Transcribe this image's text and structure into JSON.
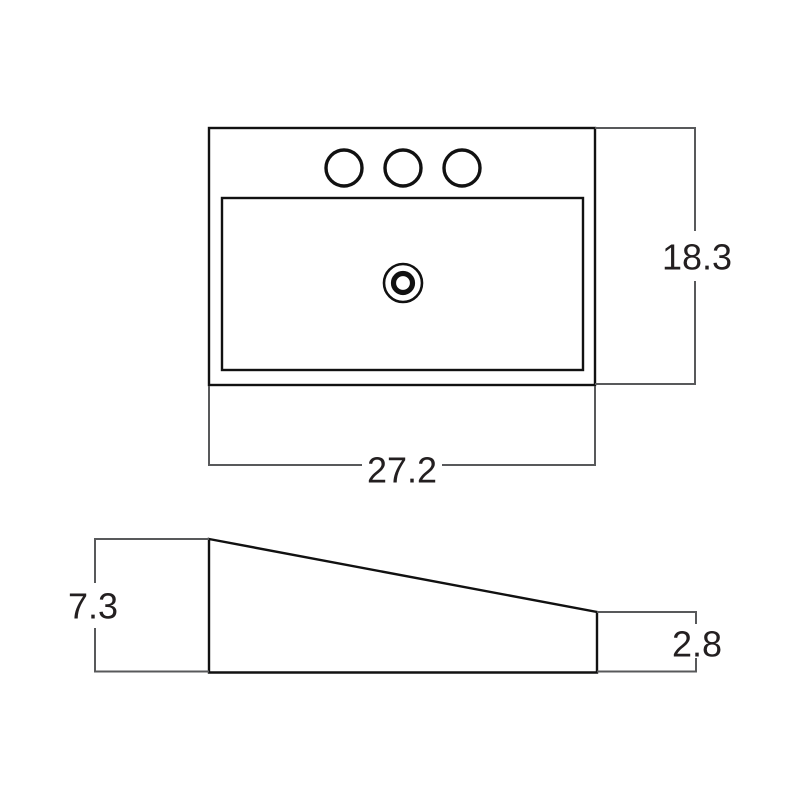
{
  "dimensions": {
    "overall_depth": {
      "label": "18.3"
    },
    "overall_width": {
      "label": "27.2"
    },
    "back_height": {
      "label": "7.3"
    },
    "front_height": {
      "label": "2.8"
    }
  },
  "colors": {
    "background": "#ffffff",
    "outline": "#111111",
    "dimension_lines": "#58595b",
    "label_text": "#231f20"
  }
}
